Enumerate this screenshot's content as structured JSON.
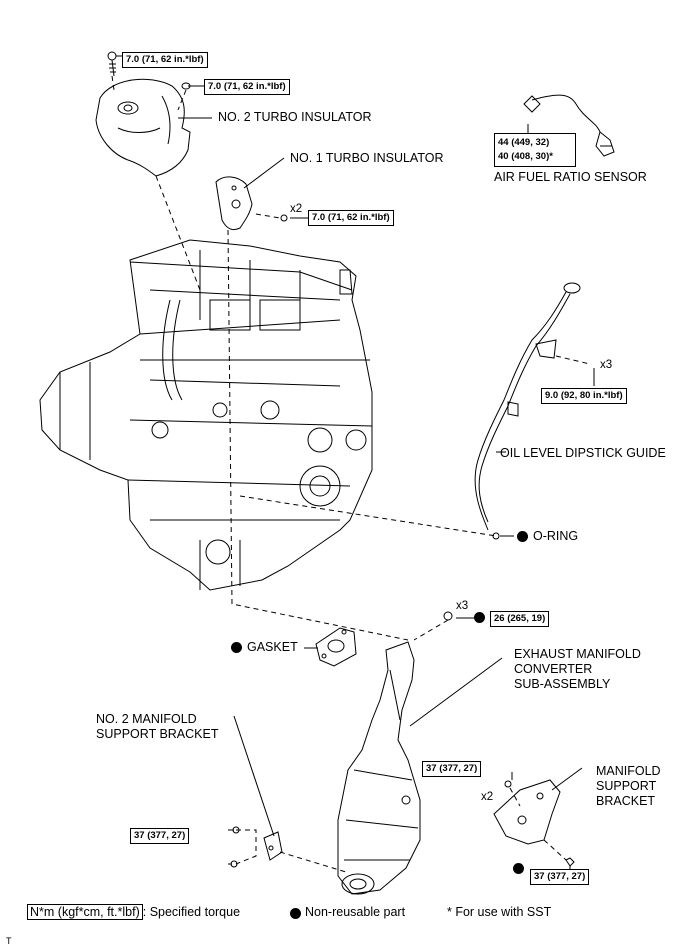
{
  "torques": {
    "t1": "7.0 (71, 62 in.*lbf)",
    "t2": "7.0 (71, 62 in.*lbf)",
    "t3": "7.0 (71, 62 in.*lbf)",
    "t4": "9.0 (92, 80 in.*lbf)",
    "t5": "26 (265, 19)",
    "t6": "37 (377, 27)",
    "t7": "37 (377, 27)",
    "t8": "37 (377, 27)",
    "sensor_a": "44 (449, 32)",
    "sensor_b": "40 (408, 30)*"
  },
  "labels": {
    "turbo2": "NO. 2 TURBO INSULATOR",
    "turbo1": "NO. 1 TURBO INSULATOR",
    "afs": "AIR FUEL RATIO SENSOR",
    "dipstick": "OIL LEVEL DIPSTICK GUIDE",
    "oring": "O-RING",
    "gasket": "GASKET",
    "exhaust": "EXHAUST MANIFOLD\nCONVERTER\nSUB-ASSEMBLY",
    "no2_bracket": "NO. 2 MANIFOLD\nSUPPORT BRACKET",
    "bracket": "MANIFOLD\nSUPPORT\nBRACKET"
  },
  "multipliers": {
    "m1": "x2",
    "m2": "x3",
    "m3": "x3",
    "m4": "x2"
  },
  "legend": {
    "torque_box": "N*m (kgf*cm, ft.*lbf)",
    "torque_text": ": Specified torque",
    "nonreusable": "Non-reusable part",
    "sst": "* For use with SST"
  },
  "footer_mark": "T"
}
